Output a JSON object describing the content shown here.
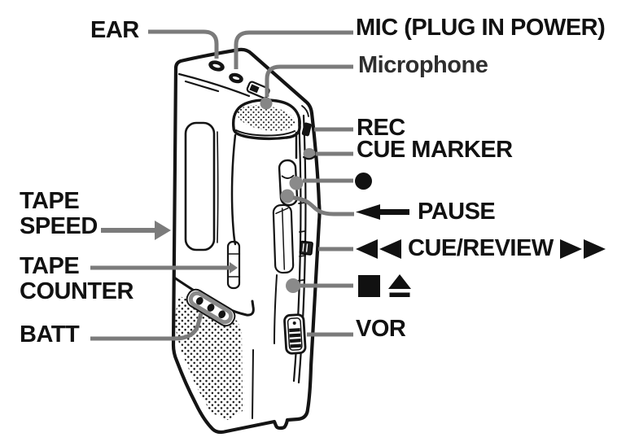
{
  "labels": {
    "ear": "EAR",
    "mic": "MIC (PLUG IN POWER)",
    "microphone": "Microphone",
    "rec": "REC",
    "cue_marker": "CUE MARKER",
    "pause": "PAUSE",
    "cue_review": "CUE/REVIEW",
    "vor": "VOR",
    "tape_speed": [
      "TAPE",
      "SPEED"
    ],
    "tape_counter": [
      "TAPE",
      "COUNTER"
    ],
    "batt": "BATT"
  },
  "icons": {
    "record_dot": "filled circle",
    "pause_arrow": "long left-pointing arrow",
    "rewind": "double left triangles",
    "fast_forward": "double right triangles",
    "stop": "filled square",
    "eject": "triangle over bar"
  },
  "colors": {
    "background": "#ffffff",
    "line_art": "#141414",
    "callout_gray": "#7b7b7b",
    "button_gray": "#8a8a8a",
    "microphone_label": "#2e2e2e"
  }
}
